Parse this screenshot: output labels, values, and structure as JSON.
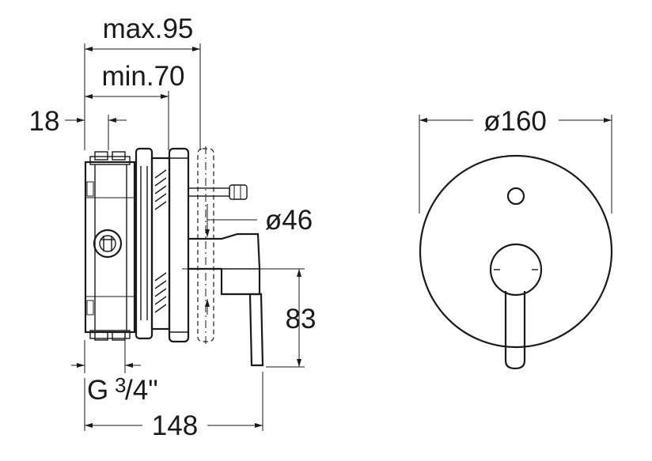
{
  "dimensions": {
    "max_depth": "max.95",
    "min_depth": "min.70",
    "offset": "18",
    "spindle_diameter": "ø46",
    "handle_height": "83",
    "thread": "G",
    "thread_num": "3",
    "thread_den": "/4\"",
    "total_length": "148",
    "plate_diameter": "ø160"
  },
  "colors": {
    "ink": "#1a1a1a",
    "background": "#ffffff"
  }
}
